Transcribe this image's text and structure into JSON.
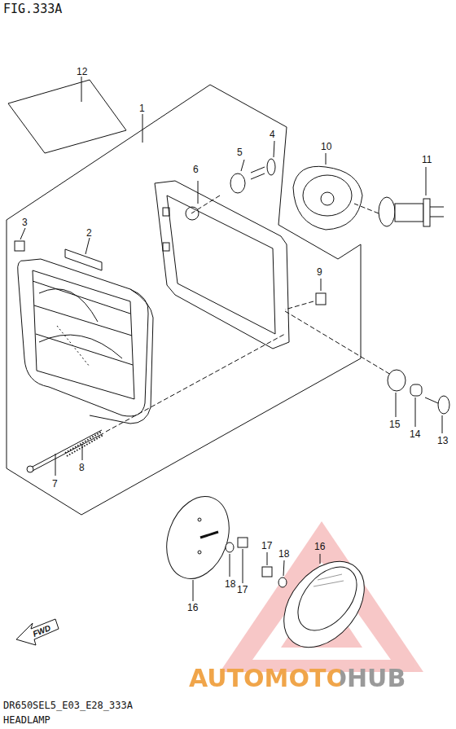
{
  "diagram": {
    "title": "FIG.333A",
    "caption": "HEADLAMP",
    "labels": [
      "12",
      "1",
      "4",
      "5",
      "6",
      "10",
      "11",
      "3",
      "2",
      "9",
      "15",
      "14",
      "13",
      "8",
      "7",
      "16",
      "18",
      "17",
      "17",
      "18",
      "16",
      "FWD",
      "AUTOMOTOHUB",
      "DR650SEL5_E03_E28_333A"
    ]
  }
}
